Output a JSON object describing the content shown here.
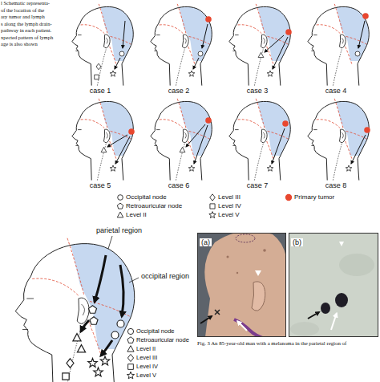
{
  "diagram": {
    "caption": "Fig. 3 An 85-year-old man with a melanoma in the parietal region of",
    "nodes": [
      {
        "text": [
          "(a)"
        ]
      },
      {
        "text": [
          "(b)"
        ]
      }
    ],
    "labels": [
      "l Schematic representa-",
      "of the location of the",
      "ary tumor and lymph",
      "s along the lymph drain-",
      "pathway in each patient.",
      "xpected pattern of lymph",
      "age is also shown",
      "case 1",
      "case 2",
      "case 3",
      "case 4",
      "case 5",
      "case 6",
      "case 7",
      "case 8",
      "parietal region",
      "occipital region"
    ],
    "legend": [
      {
        "text": "Occipital node"
      },
      {
        "text": "Retroauricular node"
      },
      {
        "text": "Level II"
      },
      {
        "text": "Level III"
      },
      {
        "text": "Level IV"
      },
      {
        "text": "Level V"
      },
      {
        "text": "Primary tumor",
        "color": "#e8472f"
      },
      {
        "text": "Occipital node"
      },
      {
        "text": "Retroauricular node"
      },
      {
        "text": "Level II"
      },
      {
        "text": "Level III"
      },
      {
        "text": "Level IV"
      },
      {
        "text": "Level V"
      }
    ]
  }
}
